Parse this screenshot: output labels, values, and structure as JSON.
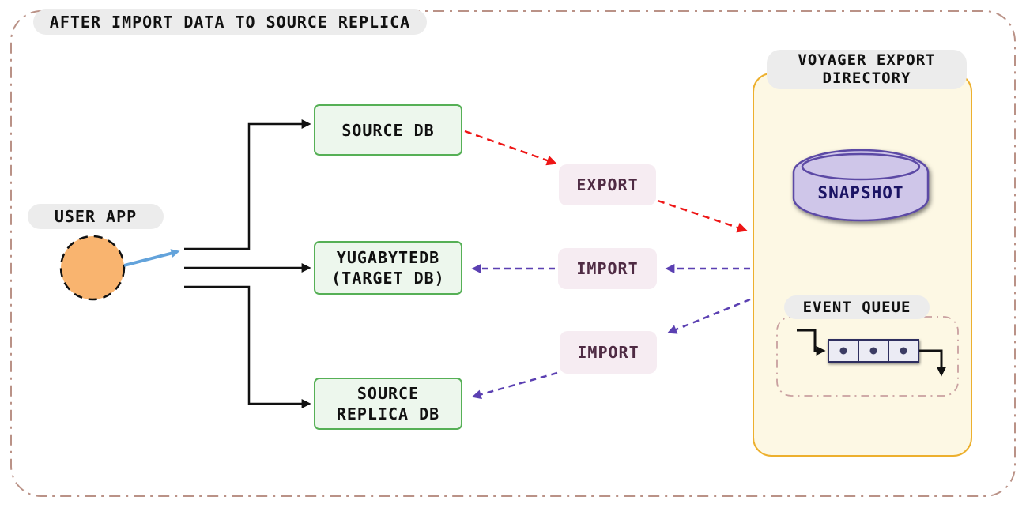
{
  "title": "AFTER IMPORT DATA TO SOURCE REPLICA",
  "user_app": {
    "label": "USER APP"
  },
  "databases": {
    "source_db": {
      "label": "SOURCE DB"
    },
    "target_db": {
      "line1": "YUGABYTEDB",
      "line2": "(TARGET DB)"
    },
    "source_replica_db": {
      "line1": "SOURCE",
      "line2": "REPLICA DB"
    }
  },
  "flows": {
    "export": {
      "label": "EXPORT"
    },
    "import_to_target": {
      "label": "IMPORT"
    },
    "import_to_replica": {
      "label": "IMPORT"
    }
  },
  "voyager": {
    "title_line1": "VOYAGER EXPORT",
    "title_line2": "DIRECTORY",
    "snapshot_label": "SNAPSHOT",
    "event_queue_label": "EVENT QUEUE",
    "queue_item_count": 3
  },
  "colors": {
    "outer_border": "#ba9287",
    "pill_bg": "#ececec",
    "db_box_fill": "#edf7ed",
    "db_box_border": "#56b056",
    "action_pill_fill": "#f6ecf2",
    "action_text": "#4f2b44",
    "export_arrow": "#ee1515",
    "import_arrow": "#5b40b2",
    "user_arrow": "#63a3db",
    "user_circle_fill": "#f9b46f",
    "voyager_fill": "#fdf8e4",
    "voyager_border": "#edb02e",
    "snapshot_fill": "#cfc6e9",
    "snapshot_border": "#5b4aa5",
    "snapshot_text": "#1b1464",
    "event_queue_border": "#c9a0a0"
  }
}
